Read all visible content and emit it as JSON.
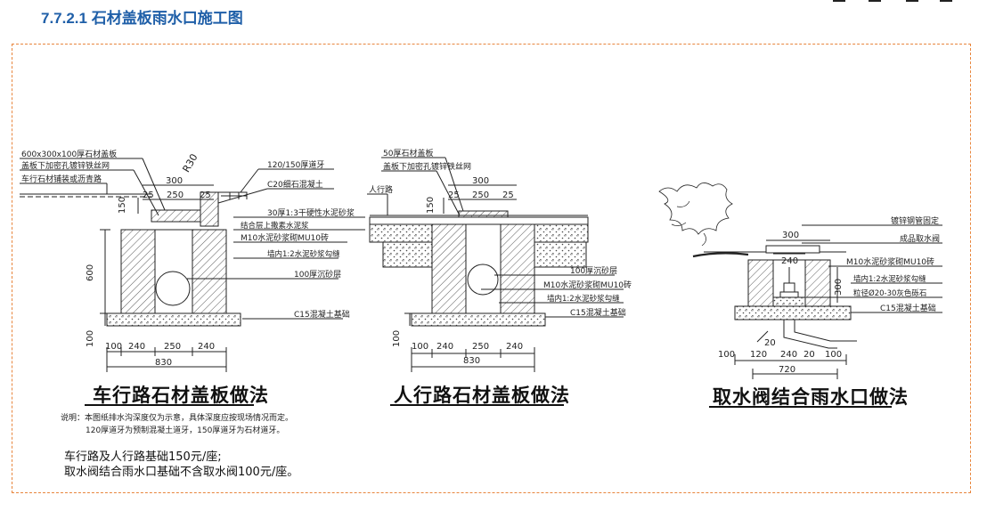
{
  "page_title": "7.7.2.1 石材盖板雨水口施工图",
  "drawings": [
    {
      "caption": "车行路石材盖板做法",
      "labels": [
        "600x300x100厚石材盖板",
        "盖板下加密孔镀锌铁丝网",
        "车行石材铺装或沥青路",
        "R30",
        "120/150厚道牙",
        "C20细石混凝土",
        "30厚1:3干硬性水泥砂浆",
        "结合层上撒素水泥浆",
        "M10水泥砂浆砌MU10砖",
        "墙内1:2水泥砂浆勾缝",
        "100厚沉砂层",
        "C15混凝土基础"
      ],
      "dims": [
        "300",
        "25",
        "250",
        "25",
        "150",
        "600",
        "100",
        "100",
        "240",
        "250",
        "240",
        "830"
      ]
    },
    {
      "caption": "人行路石材盖板做法",
      "labels": [
        "50厚石材盖板",
        "盖板下加密孔镀锌铁丝网",
        "人行路",
        "100厚沉砂层",
        "M10水泥砂浆砌MU10砖",
        "墙内1:2水泥砂浆勾缝",
        "C15混凝土基础"
      ],
      "dims": [
        "300",
        "25",
        "250",
        "25",
        "150",
        "100",
        "100",
        "240",
        "250",
        "240",
        "830"
      ]
    },
    {
      "caption": "取水阀结合雨水口做法",
      "labels": [
        "镀锌钢管固定",
        "成品取水阀",
        "M10水泥砂浆砌MU10砖",
        "墙内1:2水泥砂浆勾缝",
        "粒径Ø20-30灰色砾石",
        "C15混凝土基础"
      ],
      "dims": [
        "300",
        "240",
        "300",
        "20",
        "100",
        "120",
        "240",
        "20",
        "100",
        "720"
      ]
    }
  ],
  "note": [
    "说明：本图纸排水沟深度仅为示意，具体深度应按现场情况而定。",
    "120厚道牙为预制混凝土道牙，150厚道牙为石材道牙。"
  ],
  "price_notes": [
    "车行路及人行路基础150元/座;",
    "取水阀结合雨水口基础不含取水阀100元/座。"
  ],
  "colors": {
    "title": "#1f5fa8",
    "frame": "#e8853c",
    "line": "#222222"
  }
}
